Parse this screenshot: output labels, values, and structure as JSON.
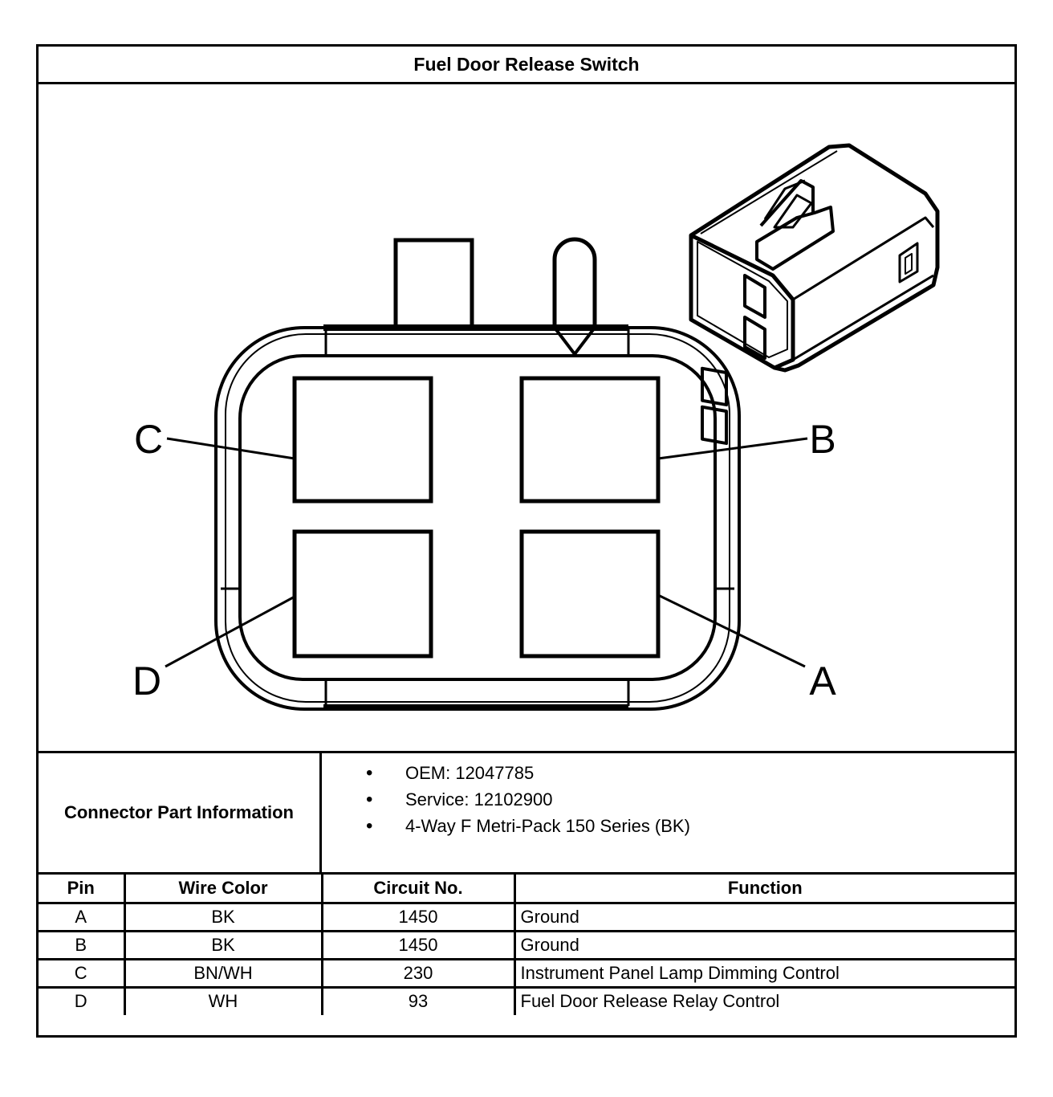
{
  "title": "Fuel Door Release Switch",
  "diagram": {
    "pin_labels": {
      "A": "A",
      "B": "B",
      "C": "C",
      "D": "D"
    },
    "icons": [
      "connector-face-icon",
      "connector-3d-icon"
    ]
  },
  "connector_info": {
    "label": "Connector Part Information",
    "items": [
      "OEM: 12047785",
      "Service: 12102900",
      "4-Way F Metri-Pack 150 Series (BK)"
    ]
  },
  "table": {
    "headers": [
      "Pin",
      "Wire Color",
      "Circuit No.",
      "Function"
    ],
    "rows": [
      [
        "A",
        "BK",
        "1450",
        "Ground"
      ],
      [
        "B",
        "BK",
        "1450",
        "Ground"
      ],
      [
        "C",
        "BN/WH",
        "230",
        "Instrument Panel Lamp Dimming Control"
      ],
      [
        "D",
        "WH",
        "93",
        "Fuel Door Release Relay Control"
      ]
    ]
  }
}
